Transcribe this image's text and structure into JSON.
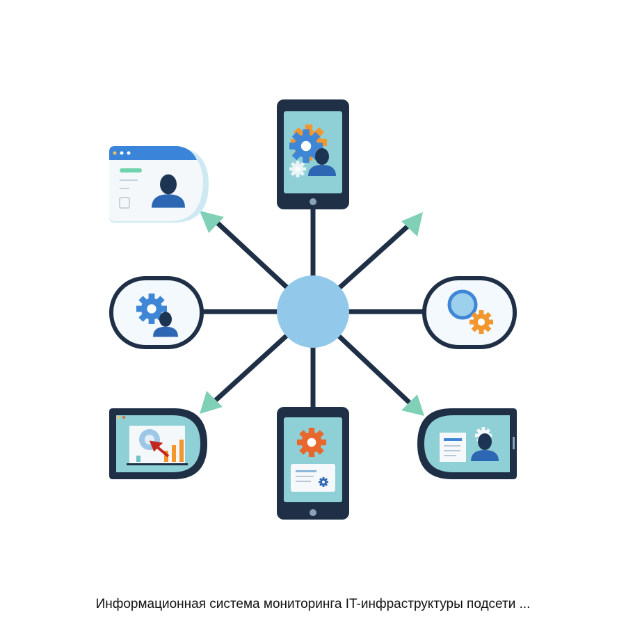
{
  "caption": "Информационная система мониторинга IT-инфраструктуры подсети ...",
  "colors": {
    "hub": "#92c9ea",
    "spoke": "#1f2f46",
    "arrow": "#7fd0b6",
    "screen": "#8fd0d6",
    "gear_blue": "#3f86d6",
    "gear_orange": "#f2962e",
    "person": "#1d3553",
    "person_body": "#2d67b3"
  },
  "nodes": [
    {
      "id": "top-phone",
      "icons": [
        "gear-icon",
        "user-icon"
      ]
    },
    {
      "id": "left-pill",
      "icons": [
        "gear-icon",
        "user-icon"
      ]
    },
    {
      "id": "right-pill",
      "icons": [
        "search-icon",
        "gear-icon"
      ]
    },
    {
      "id": "bottom-phone",
      "icons": [
        "gear-icon",
        "document-icon"
      ]
    },
    {
      "id": "bottom-left-tablet",
      "icons": [
        "chart-icon",
        "cursor-icon"
      ]
    },
    {
      "id": "bottom-right-tablet",
      "icons": [
        "document-icon",
        "user-icon"
      ]
    },
    {
      "id": "top-left-browser",
      "icons": [
        "user-icon"
      ]
    }
  ]
}
